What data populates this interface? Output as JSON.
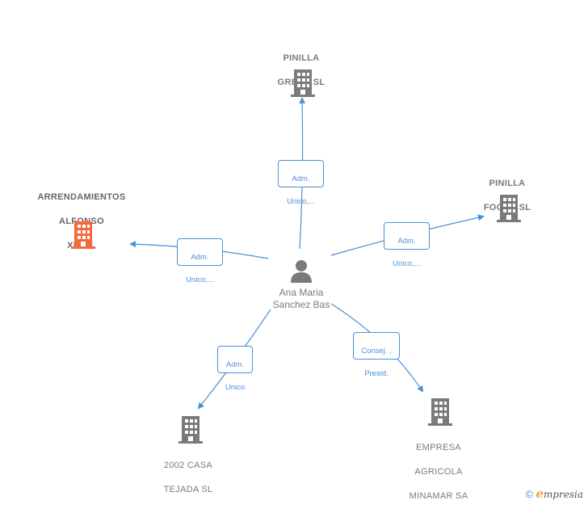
{
  "center": {
    "name_line1": "Ana Maria",
    "name_line2": "Sanchez Bas"
  },
  "nodes": {
    "pinilla_green": {
      "line1": "PINILLA",
      "line2": "GREEN  SL"
    },
    "pinilla_foods": {
      "line1": "PINILLA",
      "line2": "FOODS  SL"
    },
    "arrendamientos": {
      "line1": "ARRENDAMIENTOS",
      "line2": "ALFONSO",
      "line3": "XIII  SL"
    },
    "casa_tejada": {
      "line1": "2002 CASA",
      "line2": "TEJADA  SL"
    },
    "minamar": {
      "line1": "EMPRESA",
      "line2": "AGRICOLA",
      "line3": "MINAMAR SA"
    }
  },
  "relations": {
    "to_pinilla_green": {
      "line1": "Adm.",
      "line2": "Unico,..."
    },
    "to_pinilla_foods": {
      "line1": "Adm.",
      "line2": "Unico,..."
    },
    "to_arrendamientos": {
      "line1": "Adm.",
      "line2": "Unico,..."
    },
    "to_casa_tejada": {
      "line1": "Adm.",
      "line2": "Unico"
    },
    "to_minamar": {
      "line1": "Consej. ,",
      "line2": "Presid."
    }
  },
  "footer": {
    "copyright": "©",
    "brand_initial": "e",
    "brand_rest": "mpresia"
  },
  "colors": {
    "edge": "#4a90d9",
    "building_gray": "#7a7a7a",
    "building_highlight": "#f26a3d",
    "person": "#7a7a7a"
  }
}
